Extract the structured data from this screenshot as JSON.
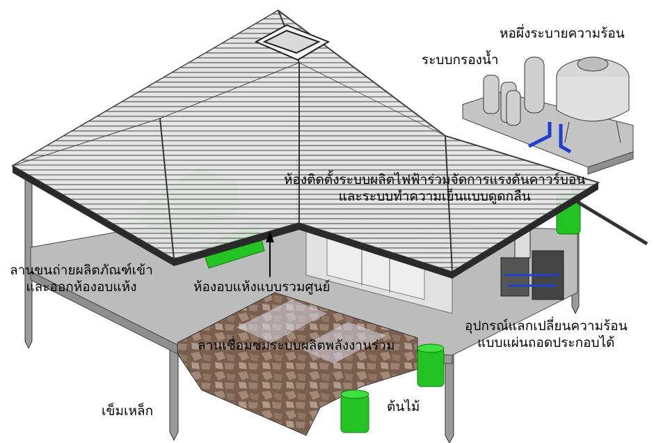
{
  "labels": {
    "cooling_tower": "หอผึ่งระบายความร้อน",
    "water_filter": "ระบบกรองน้ำ",
    "control_room_line1": "ห้องติดตั้งระบบผลิตไฟฟ้าร่วมจัดการแรงดันคาวร์บอน",
    "control_room_line2": "และระบบทำความเย็นแบบดูดกลืน",
    "yard_line1": "ลานขนถ่ายผลิตภัณฑ์เข้า",
    "yard_line2": "และออกห้องอบแห้ง",
    "dryer_room": "ห้องอบแห้งแบบรวมศูนย์",
    "heat_exchanger_line1": "อุปกรณ์แลกเปลี่ยนความร้อน",
    "heat_exchanger_line2": "แบบแผ่นถอดประกอบได้",
    "solar_yard": "ลานเชื่อมชมระบบผลิตพลังงานร่วม",
    "steel_pile": "เข็มเหล็ก",
    "tree": "ต้นไม้"
  },
  "colors": {
    "roof": "#d8d8d8",
    "roof_line": "#5a5a5a",
    "floor": "#bdbdbd",
    "green": "#22c322",
    "paving": "#8a6e5c",
    "pipe_blue": "#1e3fd0",
    "equipment": "#c8c8c8"
  }
}
